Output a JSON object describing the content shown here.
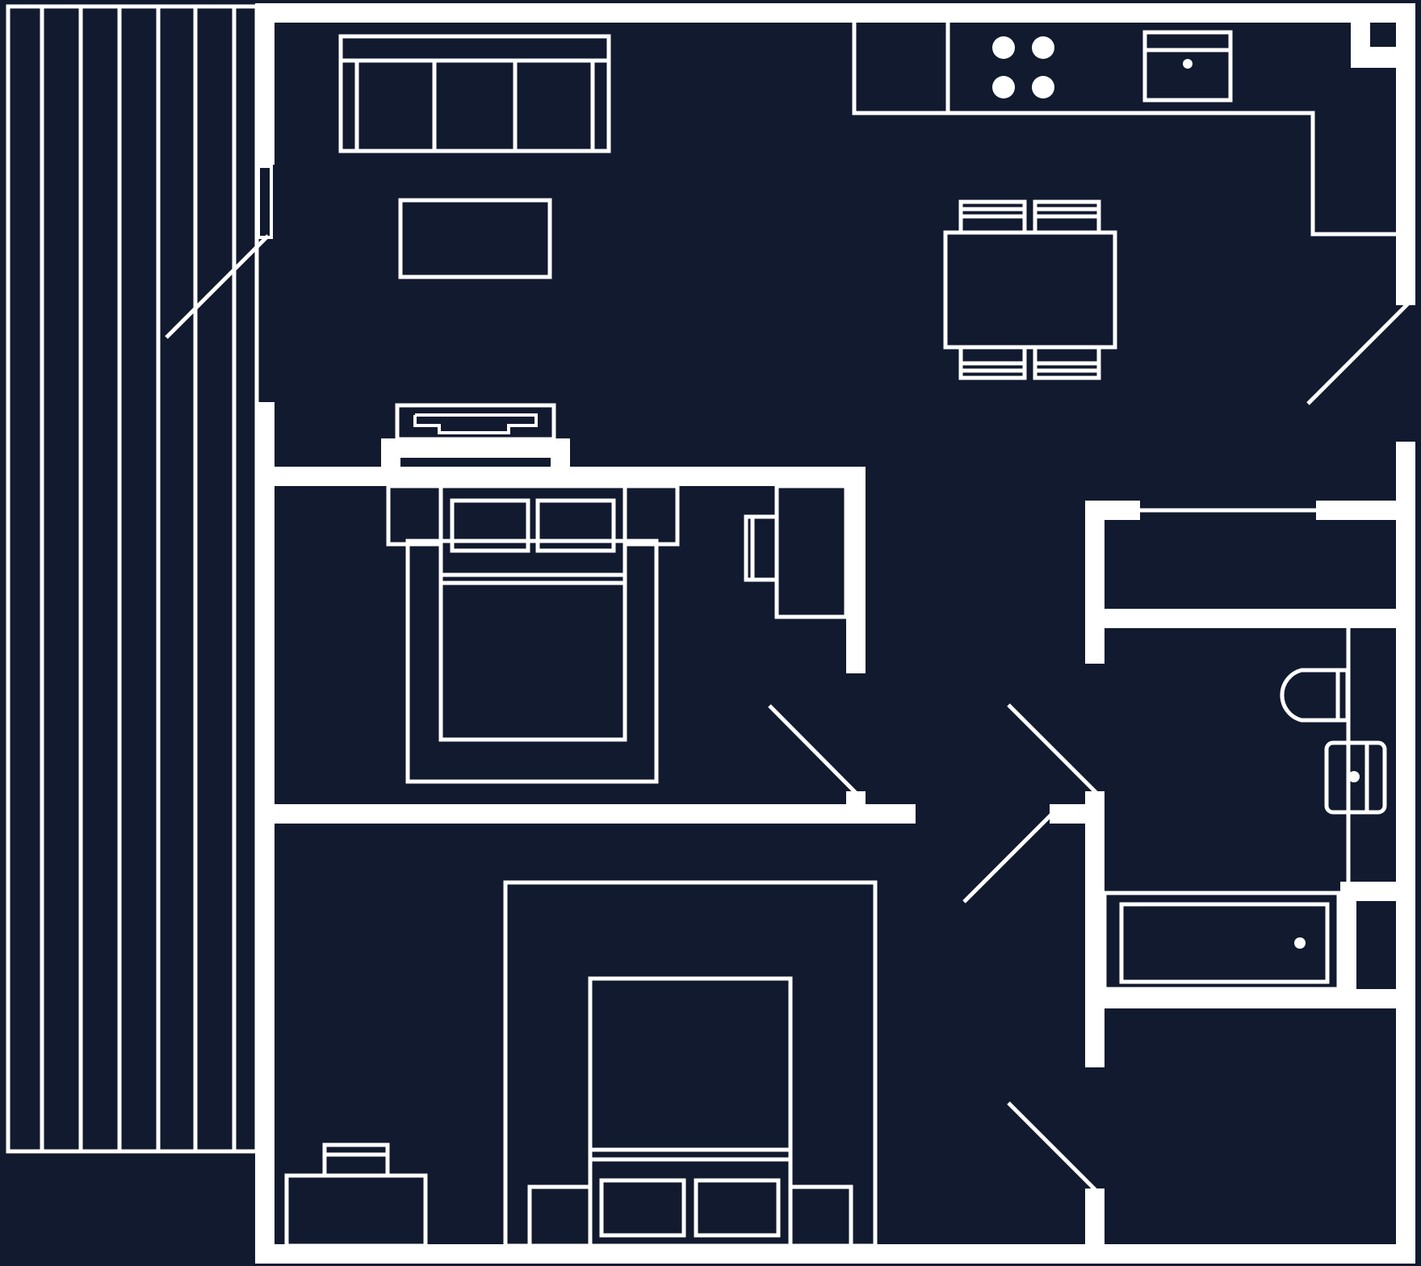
{
  "plan": {
    "background_color": "#121a2f",
    "line_color": "#ffffff",
    "rooms": [
      "balcony",
      "living-room",
      "kitchen",
      "dining-area",
      "master-bedroom",
      "second-bedroom",
      "hallway",
      "storage-closet",
      "bathroom"
    ],
    "fixtures": [
      "sofa",
      "coffee-table",
      "stove",
      "kitchen-sink",
      "dining-table",
      "dining-chair",
      "tv-stand",
      "double-bed",
      "nightstand",
      "desk",
      "toilet",
      "bathroom-sink",
      "bathtub",
      "door"
    ]
  }
}
